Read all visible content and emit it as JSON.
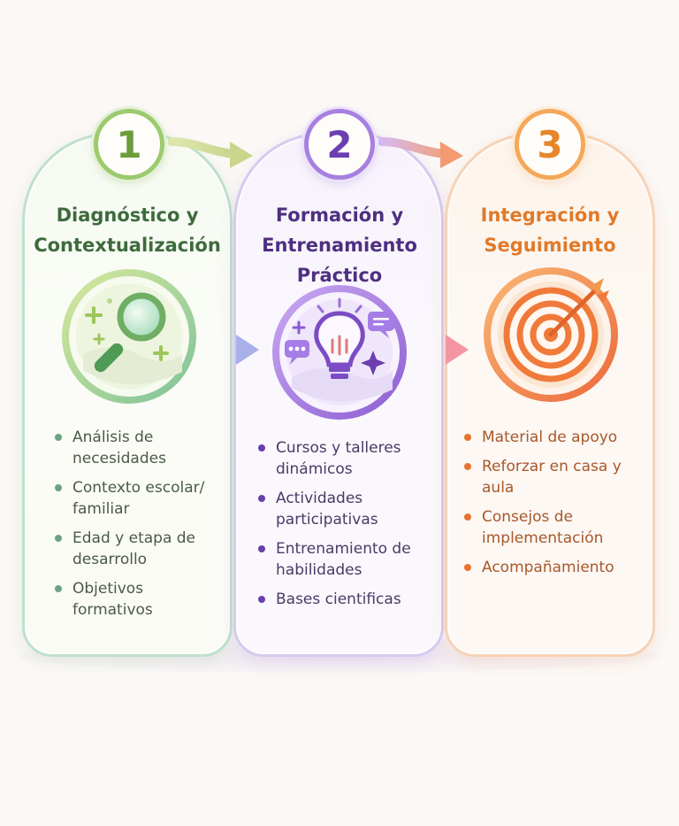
{
  "steps": [
    {
      "number": "1",
      "title": "Diagnóstico y\nContextualización",
      "icon": "magnifier-icon",
      "color": "#6c9c3c",
      "items": [
        "Análisis de necesidades",
        "Contexto escolar/ familiar",
        "Edad y etapa de desarrollo",
        "Objetivos formativos"
      ]
    },
    {
      "number": "2",
      "title": "Formación y\nEntrenamiento\nPráctico",
      "icon": "lightbulb-icon",
      "color": "#6b3fb0",
      "items": [
        "Cursos y talleres dinámicos",
        "Actividades participativas",
        "Entrenamiento de habilidades",
        "Bases cientificas"
      ]
    },
    {
      "number": "3",
      "title": "Integración y\nSeguimiento",
      "icon": "target-icon",
      "color": "#e6862a",
      "items": [
        "Material de apoyo",
        "Reforzar en casa y aula",
        "Consejos de implementación",
        "Acompañamiento"
      ]
    }
  ]
}
